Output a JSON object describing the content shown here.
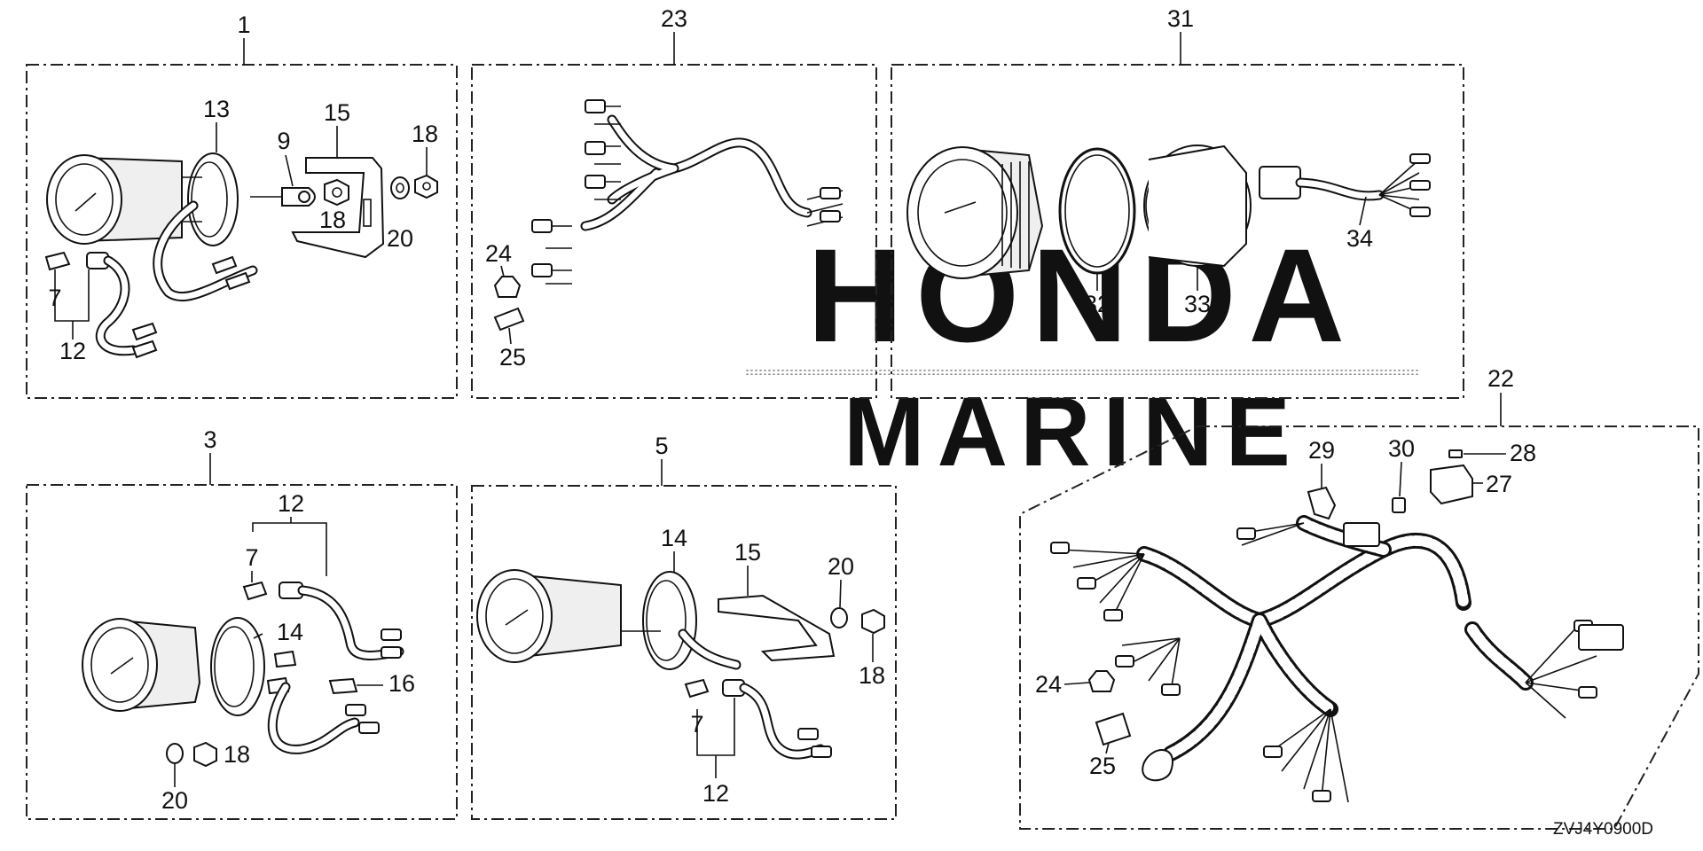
{
  "diagram": {
    "drawing_code": "ZVJ4Y0900D",
    "watermark": {
      "line1": "HONDA",
      "line2": "MARINE"
    },
    "colors": {
      "ink": "#111111",
      "background": "#ffffff",
      "watermark": "#9a9a9a"
    },
    "groups": [
      {
        "ref": "1",
        "parts": [
          "13",
          "9",
          "15",
          "18",
          "18",
          "20",
          "7",
          "12"
        ]
      },
      {
        "ref": "23",
        "parts": [
          "24",
          "25"
        ]
      },
      {
        "ref": "31",
        "parts": [
          "32",
          "33",
          "34"
        ]
      },
      {
        "ref": "22",
        "parts": [
          "29",
          "30",
          "28",
          "27",
          "24",
          "25"
        ]
      },
      {
        "ref": "3",
        "parts": [
          "12",
          "7",
          "14",
          "16",
          "18",
          "20"
        ]
      },
      {
        "ref": "5",
        "parts": [
          "14",
          "15",
          "20",
          "18",
          "7",
          "12"
        ]
      }
    ]
  }
}
